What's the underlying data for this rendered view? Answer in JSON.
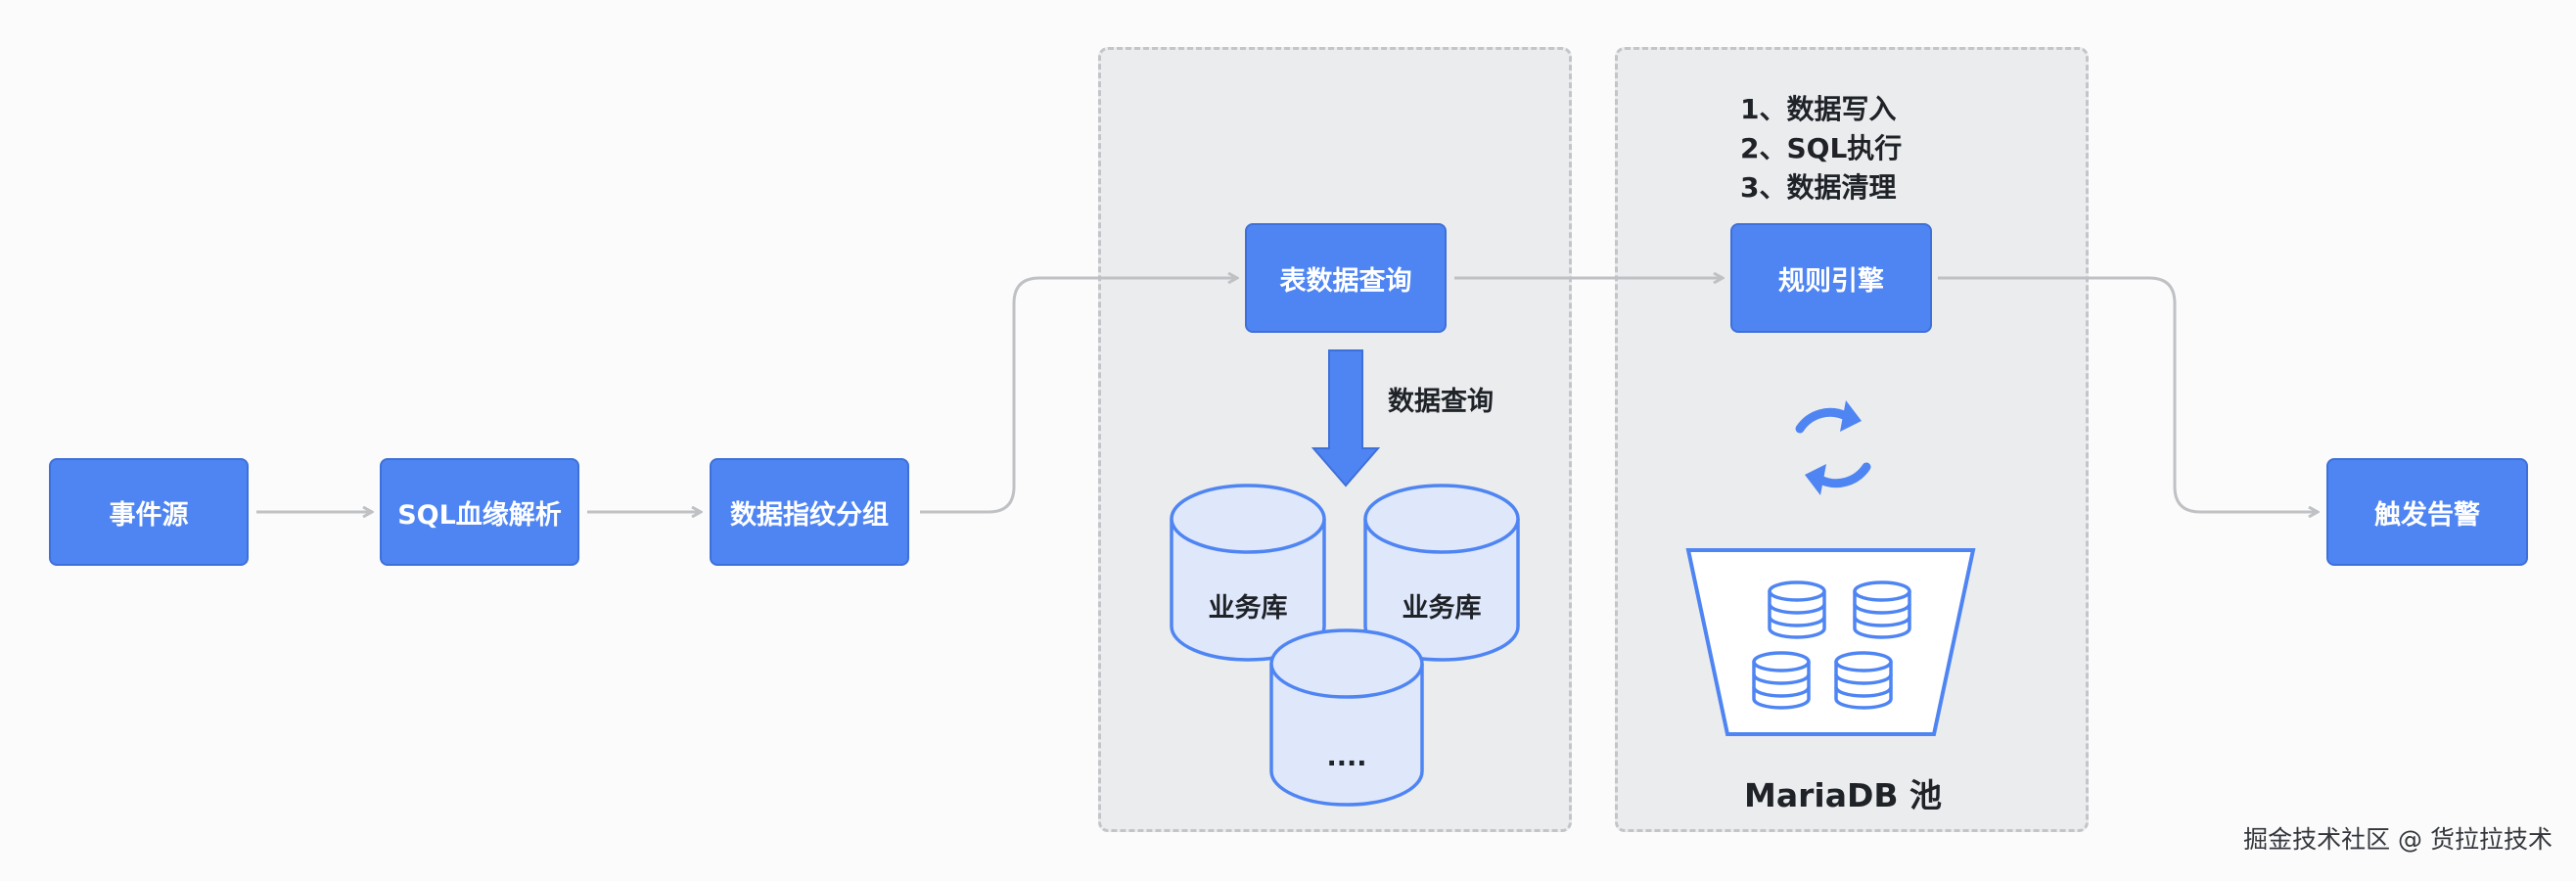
{
  "nodes": {
    "event_source": "事件源",
    "sql_lineage": "SQL血缘解析",
    "fingerprint_group": "数据指纹分组",
    "table_query": "表数据查询",
    "rule_engine": "规则引擎",
    "trigger_alert": "触发告警"
  },
  "query_panel": {
    "arrow_label": "数据查询",
    "databases": [
      "业务库",
      "业务库",
      "...."
    ]
  },
  "engine_panel": {
    "steps": [
      "1、数据写入",
      "2、SQL执行",
      "3、数据清理"
    ],
    "pool_label": "MariaDB 池"
  },
  "footer": "掘金技术社区 @ 货拉拉技术",
  "colors": {
    "node_fill": "#4f85f3",
    "db_fill": "#dfe7fb",
    "db_stroke": "#4f85f3",
    "panel_fill": "#ebecee",
    "connector": "#bfc1c4"
  },
  "icons": [
    "refresh-cycle-icon",
    "database-icon"
  ]
}
